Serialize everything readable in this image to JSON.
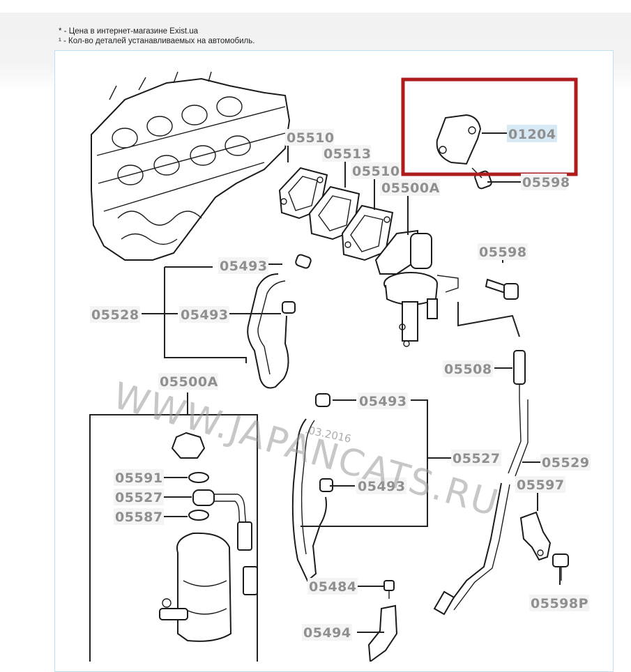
{
  "notes": {
    "line1": "* - Цена в интернет-магазине Exist.ua",
    "line2": "¹ - Кол-во деталей устанавливаемых на автомобиль."
  },
  "diagram": {
    "highlighted_part": "01204",
    "labels": {
      "p01204": "01204",
      "p05598_a": "05598",
      "p05510_a": "05510",
      "p05513": "05513",
      "p05510_b": "05510",
      "p05500A_a": "05500A",
      "p05493_a": "05493",
      "p05598_b": "05598",
      "p05528": "05528",
      "p05493_b": "05493",
      "p05508": "05508",
      "p05500A_b": "05500A",
      "p05493_c": "05493",
      "p05527_a": "05527",
      "p05529": "05529",
      "p05591": "05591",
      "p05527_b": "05527",
      "p05493_d": "05493",
      "p05597": "05597",
      "p05587": "05587",
      "p05484": "05484",
      "p05598P": "05598P",
      "p05494": "05494"
    },
    "watermark": {
      "text": "WWW.JAPANCATS.RU",
      "date": ".03.2016"
    },
    "highlight_color": "#b01c1c"
  }
}
